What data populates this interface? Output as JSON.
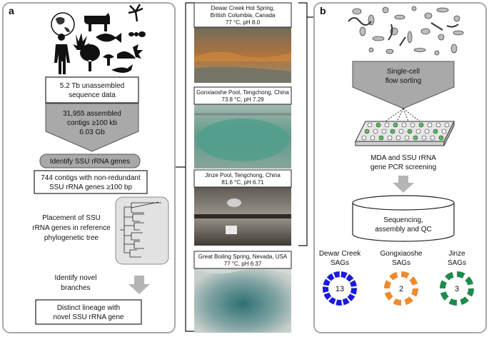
{
  "panel_a": {
    "letter": "a",
    "box1": [
      "5.2 Tb unassembled",
      "sequence data"
    ],
    "box2": [
      "31,955 assembled",
      "contigs ≥100 kb",
      "6.03 Gb"
    ],
    "identify_ssu": "Identify SSU rRNA genes",
    "contigs_box": [
      "744 contigs with non-redundant",
      "SSU rRNA genes ≥100 bp"
    ],
    "placement": [
      "Placement of SSU",
      "rRNA genes in reference",
      "phylogenetic tree"
    ],
    "identify_novel": [
      "Identify novel",
      "branches"
    ],
    "lineage_box": [
      "Distinct lineage with",
      "novel SSU rRNA gene"
    ]
  },
  "sites": [
    {
      "name": "Dewar Creek Hot Spring,",
      "location": "British Columbia, Canada",
      "conditions": "77 °C, pH 8.0",
      "colors": [
        "#6f6b5e",
        "#b3743a",
        "#8a8f80"
      ]
    },
    {
      "name": "Gonxiaoshe Pool, Tengchong, China",
      "location": "",
      "conditions": "73.8 °C, pH 7.29",
      "colors": [
        "#88a59c",
        "#5f9a8c",
        "#a7b9b0"
      ]
    },
    {
      "name": "Jinze Pool, Tengchong, China",
      "location": "",
      "conditions": "81.6 °C, pH 6.71",
      "colors": [
        "#5f5a52",
        "#9b968c",
        "#3f3b35"
      ]
    },
    {
      "name": "Great Boiling Spring, Nevada, USA",
      "location": "",
      "conditions": "77 °C, pH 6.37",
      "colors": [
        "#9fb3b5",
        "#5f8f8e",
        "#c8cfcc"
      ]
    }
  ],
  "panel_b": {
    "letter": "b",
    "sorting": [
      "Single-cell",
      "flow sorting"
    ],
    "mda": [
      "MDA and SSU rRNA",
      "gene PCR screening"
    ],
    "sequencing": [
      "Sequencing,",
      "assembly and QC"
    ],
    "sag_groups": [
      {
        "label": [
          "Dewar Creek",
          "SAGs"
        ],
        "count": "13",
        "color": "#1a1adc"
      },
      {
        "label": [
          "Gongxiaoshe",
          "SAGs"
        ],
        "count": "2",
        "color": "#f08a2c"
      },
      {
        "label": [
          "Jinze",
          "SAGs"
        ],
        "count": "3",
        "color": "#1f8a4c"
      }
    ]
  }
}
